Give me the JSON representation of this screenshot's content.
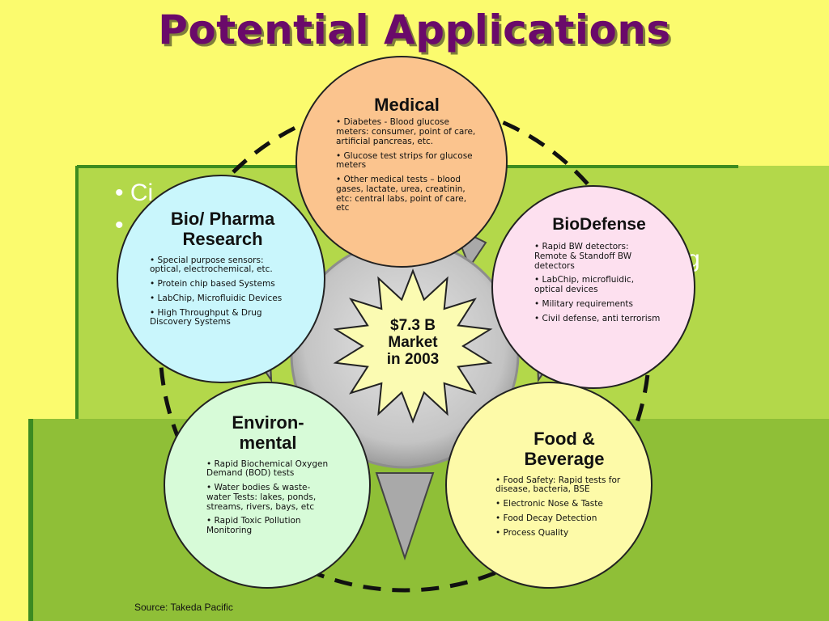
{
  "slide": {
    "title": "Potential Applications",
    "bullets_partial": [
      "•  Ci",
      "•",
      "",
      "g"
    ],
    "source": "Source: Takeda Pacific"
  },
  "center": {
    "line1": "$7.3 B",
    "line2": "Market",
    "line3": "in 2003"
  },
  "segments": [
    {
      "id": "medical",
      "heading": "Medical",
      "fill": "#fbc48e",
      "items": [
        "Diabetes - Blood glucose meters: consumer, point of care, artificial pancreas, etc.",
        "Glucose test strips for glucose meters",
        "Other medical tests – blood gases, lactate, urea, creatinin, etc: central labs, point of care, etc"
      ]
    },
    {
      "id": "biodefense",
      "heading": "BioDefense",
      "fill": "#fde0ef",
      "items": [
        "Rapid BW detectors: Remote & Standoff BW detectors",
        "LabChip, microfluidic, optical devices",
        "Military requirements",
        "Civil defense, anti terrorism"
      ]
    },
    {
      "id": "food",
      "heading": "Food & Beverage",
      "fill": "#fdfaa8",
      "items": [
        "Food Safety: Rapid tests for disease, bacteria, BSE",
        "Electronic Nose & Taste",
        "Food Decay Detection",
        "Process Quality"
      ]
    },
    {
      "id": "environmental",
      "heading": "Environ-mental",
      "fill": "#d7fbd8",
      "items": [
        "Rapid Biochemical Oxygen Demand (BOD) tests",
        "Water bodies & waste-water Tests: lakes, ponds, streams, rivers, bays, etc",
        "Rapid Toxic Pollution Monitoring"
      ]
    },
    {
      "id": "research",
      "heading": "Bio/ Pharma Research",
      "fill": "#c9f6fc",
      "items": [
        "Special purpose sensors: optical, electrochemical, etc.",
        "Protein chip based Systems",
        "LabChip, Microfluidic Devices",
        "High Throughput & Drug Discovery Systems"
      ]
    }
  ]
}
